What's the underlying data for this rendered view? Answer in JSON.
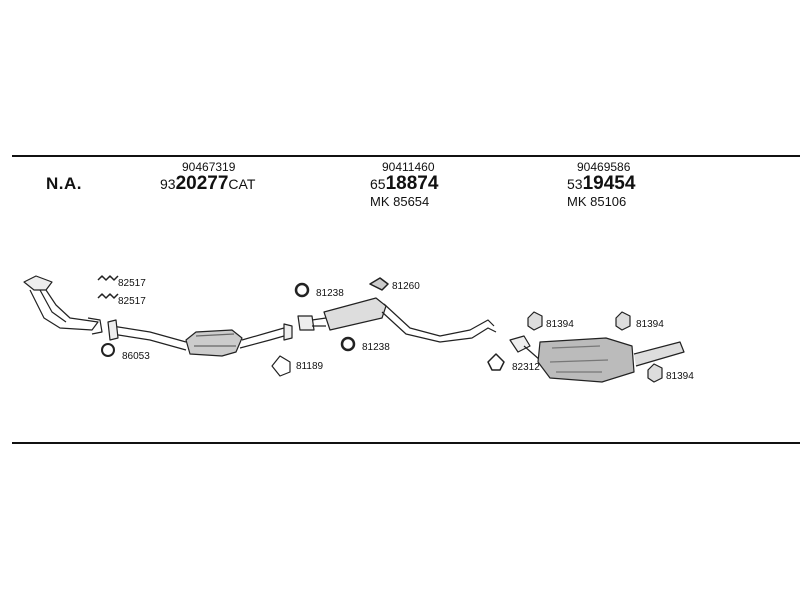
{
  "header": {
    "label": "N.A.",
    "groups": [
      {
        "oe": "90467319",
        "prefix": "93",
        "number": "20277",
        "suffix": "CAT",
        "mk": ""
      },
      {
        "oe": "90411460",
        "prefix": "65",
        "number": "18874",
        "suffix": "",
        "mk": "MK  85654"
      },
      {
        "oe": "90469586",
        "prefix": "53",
        "number": "19454",
        "suffix": "",
        "mk": "MK  85106"
      }
    ]
  },
  "parts": {
    "p82517a": "82517",
    "p82517b": "82517",
    "p86053": "86053",
    "p81189": "81189",
    "p81238a": "81238",
    "p81260": "81260",
    "p81238b": "81238",
    "p81394a": "81394",
    "p81394b": "81394",
    "p82312": "82312",
    "p81394c": "81394"
  }
}
